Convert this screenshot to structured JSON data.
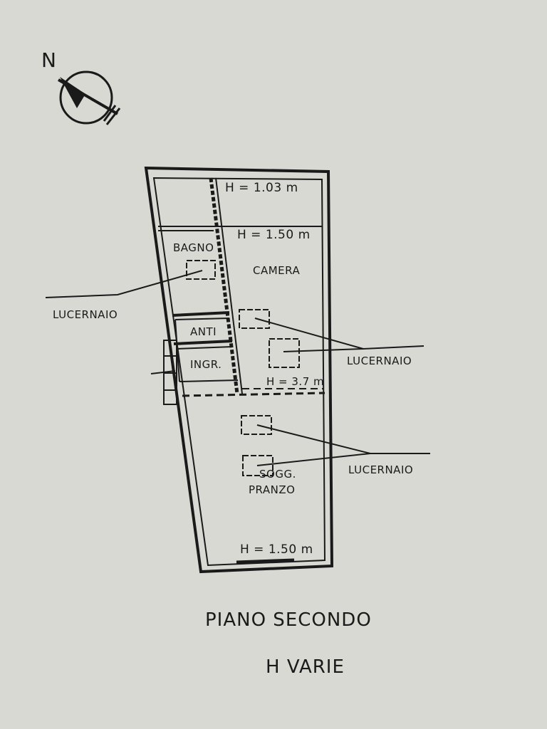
{
  "north_label": "N",
  "heights": {
    "top": "H = 1.03  m",
    "camera": "H = 1.50  m",
    "middle": "H = 3.7 m",
    "bottom": "H = 1.50  m"
  },
  "rooms": {
    "bagno": "BAGNO",
    "camera": "CAMERA",
    "anti": "ANTI",
    "ingr": "INGR.",
    "sogg": "SOGG.",
    "pranzo": "PRANZO"
  },
  "callouts": {
    "lucernaio_left": "LUCERNAIO",
    "lucernaio_right_top": "LUCERNAIO",
    "lucernaio_right_bottom": "LUCERNAIO"
  },
  "caption": {
    "line1": "PIANO SECONDO",
    "line2": "H VARIE"
  },
  "colors": {
    "paper": "#d9d9d3",
    "ink": "#1a1a1a"
  }
}
